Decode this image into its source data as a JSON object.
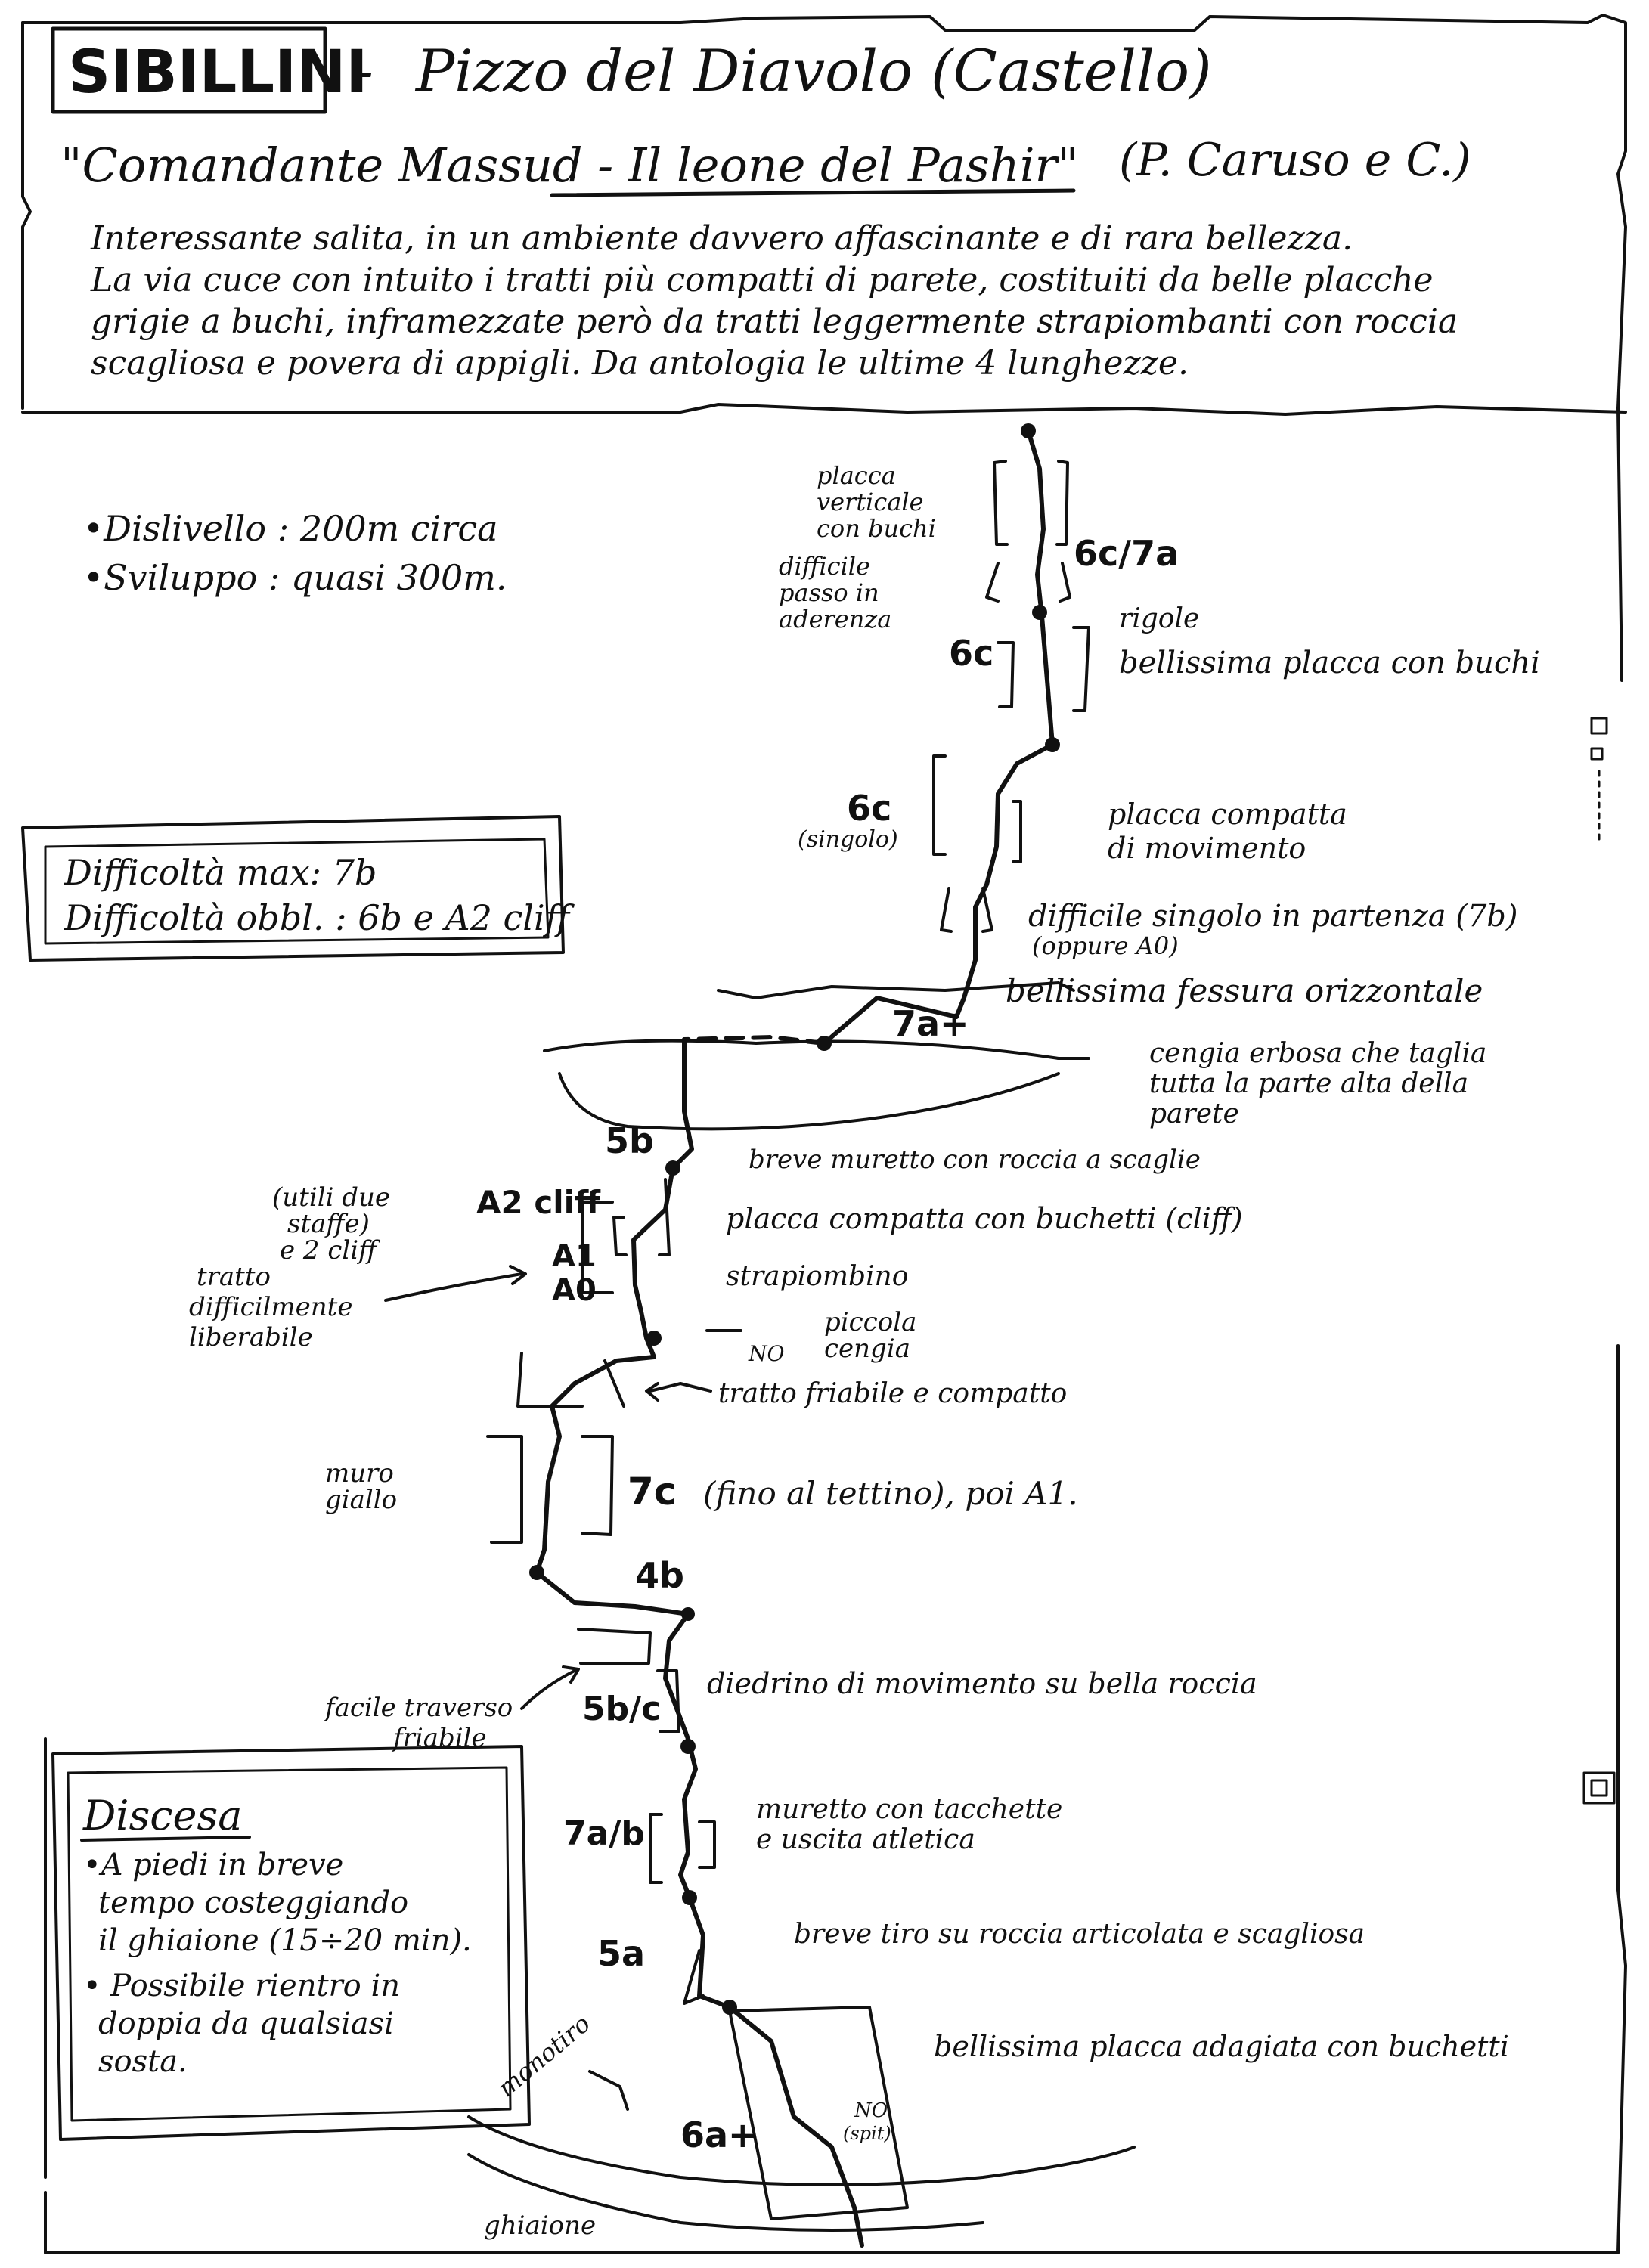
{
  "header": {
    "region": "SIBILLINI",
    "separator": "-",
    "peak": "Pizzo del Diavolo (Castello)",
    "route_name": "\"Comandante Massud - Il leone del Pashir\"",
    "authors": "(P. Caruso e C.)"
  },
  "description": {
    "lines": [
      "Interessante salita, in un ambiente davvero affascinante e di rara bellezza.",
      "La via cuce con intuito i tratti più compatti di parete, costituiti da belle placche",
      "grigie a buchi, inframezzate però da tratti leggermente strapiombanti con roccia",
      "scagliosa e povera di appigli. Da antologia le ultime 4 lunghezze."
    ]
  },
  "stats": {
    "dislivello": "•Dislivello : 200m circa",
    "sviluppo": "•Sviluppo : quasi 300m."
  },
  "difficulty": {
    "max": "Difficoltà max: 7b",
    "obbl": "Difficoltà obbl. : 6b e A2 cliff"
  },
  "descent": {
    "title": "Discesa",
    "item1": [
      "•A piedi in breve",
      "tempo costeggiando",
      "il ghiaione (15÷20 min)."
    ],
    "item2": [
      "• Possibile rientro in",
      "doppia da qualsiasi",
      "sosta."
    ]
  },
  "pitches": [
    {
      "grade": "6c/7a",
      "left": [
        "placca",
        "verticale",
        "con buchi"
      ],
      "right": []
    },
    {
      "grade": "",
      "left": [
        "difficile",
        "passo in",
        "aderenza"
      ],
      "right": []
    },
    {
      "grade": "6c",
      "left": [],
      "right": [
        "rigole",
        "bellissima placca con buchi"
      ]
    },
    {
      "grade": "6c",
      "sub": "(singolo)",
      "left": [],
      "right": [
        "placca compatta",
        "di movimento"
      ]
    },
    {
      "grade": "",
      "left": [],
      "right": [
        "difficile singolo in partenza (7b)",
        "(oppure A0)"
      ]
    },
    {
      "grade": "7a+",
      "left": [],
      "right": [
        "bellissima fessura orizzontale"
      ]
    },
    {
      "grade": "",
      "left": [],
      "right": [
        "cengia erbosa che taglia",
        "tutta la parte alta della",
        "parete"
      ]
    },
    {
      "grade": "5b",
      "left": [],
      "right": [
        "breve muretto con roccia a scaglie"
      ]
    },
    {
      "grade": "A2 cliff",
      "left": [
        "(utili due",
        "staffe)",
        "e 2 cliff"
      ],
      "right": [
        "placca compatta con buchetti (cliff)"
      ]
    },
    {
      "grade": "A1",
      "grade2": "A0",
      "left": [
        "tratto",
        "difficilmente",
        "liberabile"
      ],
      "right": [
        "strapiombino"
      ]
    },
    {
      "grade": "",
      "no": "NO",
      "left": [],
      "right": [
        "piccola",
        "cengia"
      ]
    },
    {
      "grade": "",
      "left": [],
      "right": [
        "tratto friabile e compatto"
      ]
    },
    {
      "grade": "7c",
      "left": [
        "muro",
        "giallo"
      ],
      "right": [
        "(fino al tettino), poi A1."
      ]
    },
    {
      "grade": "4b",
      "left": [],
      "right": []
    },
    {
      "grade": "5b/c",
      "left": [
        "facile traverso",
        "friabile"
      ],
      "right": [
        "diedrino di movimento su bella roccia"
      ]
    },
    {
      "grade": "7a/b",
      "left": [],
      "right": [
        "muretto con tacchette",
        "e uscita atletica"
      ]
    },
    {
      "grade": "5a",
      "left": [],
      "right": [
        "breve tiro su roccia articolata e scagliosa"
      ]
    },
    {
      "grade": "6a+",
      "left": [
        "monotiro"
      ],
      "right": [
        "bellissima placca adagiata con buchetti"
      ],
      "no": "NO",
      "no_sub": "(spit)"
    }
  ],
  "base": {
    "label": "ghiaione"
  }
}
